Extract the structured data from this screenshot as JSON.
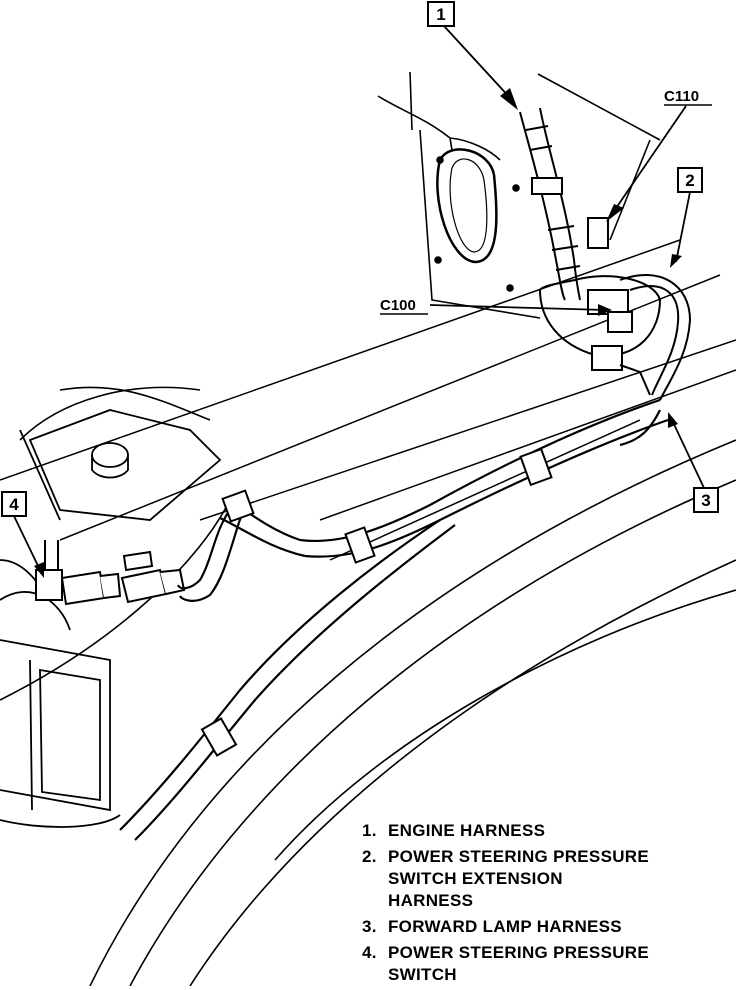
{
  "callouts": {
    "one": "1",
    "two": "2",
    "three": "3",
    "four": "4"
  },
  "connectors": {
    "c110": "C110",
    "c100": "C100"
  },
  "legend": [
    {
      "num": "1.",
      "label": "ENGINE HARNESS"
    },
    {
      "num": "2.",
      "label": "POWER STEERING PRESSURE\nSWITCH EXTENSION\nHARNESS"
    },
    {
      "num": "3.",
      "label": "FORWARD LAMP HARNESS"
    },
    {
      "num": "4.",
      "label": "POWER STEERING PRESSURE\nSWITCH"
    }
  ]
}
